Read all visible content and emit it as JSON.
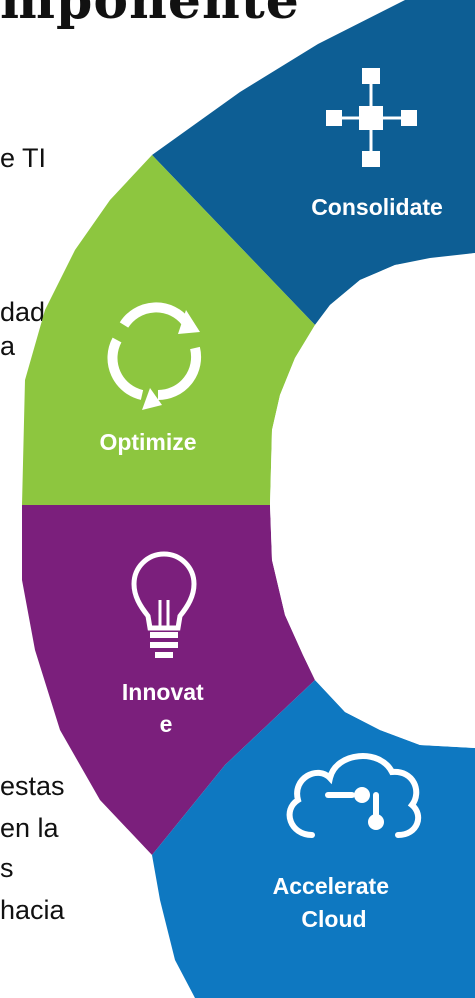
{
  "title_fragment": "mponente",
  "background_text": {
    "line1": "e TI",
    "line2": "dada",
    "line3": "a",
    "line4": "estas",
    "line5": "en la",
    "line6": "s",
    "line7": "hacia"
  },
  "segments": [
    {
      "id": "consolidate",
      "label_lines": [
        "Consolidate"
      ],
      "color": "#0d5e94",
      "icon": "network-nodes-icon"
    },
    {
      "id": "optimize",
      "label_lines": [
        "Optimize"
      ],
      "color": "#8dc63f",
      "icon": "cycle-arrows-icon"
    },
    {
      "id": "innovate",
      "label_lines": [
        "Innovat",
        "e"
      ],
      "color": "#7b1f7c",
      "icon": "lightbulb-icon"
    },
    {
      "id": "accelerate",
      "label_lines": [
        "Accelerate",
        "Cloud"
      ],
      "color": "#0e78c1",
      "icon": "cloud-icon"
    }
  ]
}
